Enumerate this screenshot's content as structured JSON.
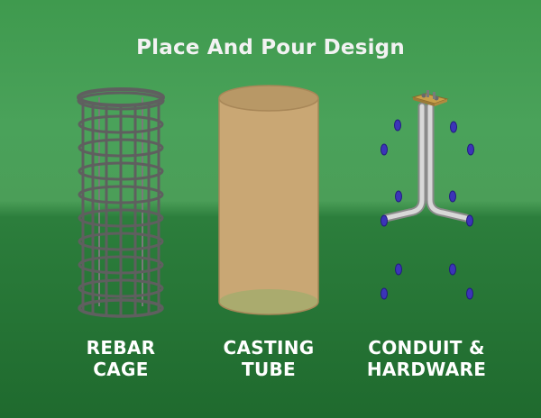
{
  "title": "Place And Pour Design",
  "components": [
    {
      "name": "rebar",
      "line1": "REBAR",
      "line2": "CAGE"
    },
    {
      "name": "casting",
      "line1": "CASTING",
      "line2": "TUBE"
    },
    {
      "name": "conduit",
      "line1": "CONDUIT &",
      "line2": "HARDWARE"
    }
  ],
  "colors": {
    "tube": "#c9a774",
    "rebar": "#5d5d5d",
    "bolt": "#3c34b8",
    "plate": "#c8a04a"
  }
}
